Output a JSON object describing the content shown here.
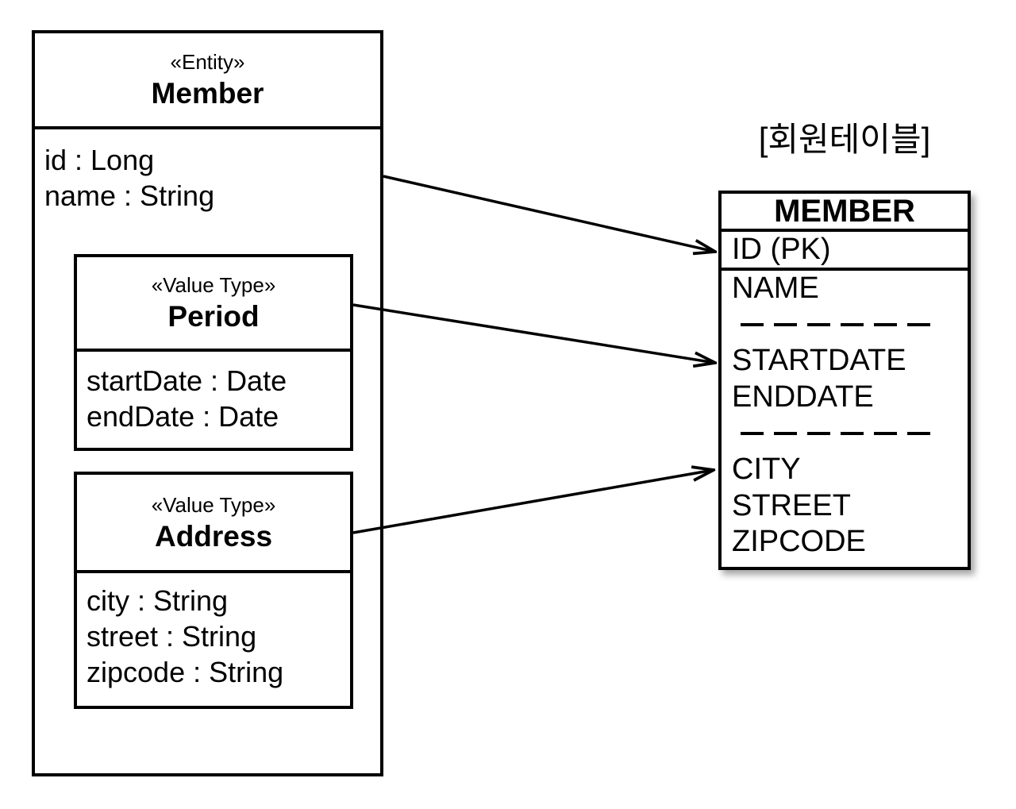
{
  "uml": {
    "entity": {
      "stereotype": "«Entity»",
      "name": "Member",
      "fields": [
        "id : Long",
        "name : String"
      ]
    },
    "period": {
      "stereotype": "«Value Type»",
      "name": "Period",
      "fields": [
        "startDate : Date",
        "endDate : Date"
      ]
    },
    "address": {
      "stereotype": "«Value Type»",
      "name": "Address",
      "fields": [
        "city : String",
        "street : String",
        "zipcode : String"
      ]
    }
  },
  "table": {
    "caption": "[회원테이블]",
    "title": "MEMBER",
    "primary_key": "ID (PK)",
    "groups": [
      {
        "columns": [
          "NAME"
        ]
      },
      {
        "columns": [
          "STARTDATE",
          "ENDDATE"
        ]
      },
      {
        "columns": [
          "CITY",
          "STREET",
          "ZIPCODE"
        ]
      }
    ]
  },
  "arrows": [
    {
      "from": "Member",
      "to": "ID (PK)"
    },
    {
      "from": "Period",
      "to": "STARTDATE"
    },
    {
      "from": "Address",
      "to": "CITY"
    }
  ],
  "colors": {
    "line": "#000000",
    "background": "#ffffff",
    "shadow": "rgba(0,0,0,0.35)"
  }
}
